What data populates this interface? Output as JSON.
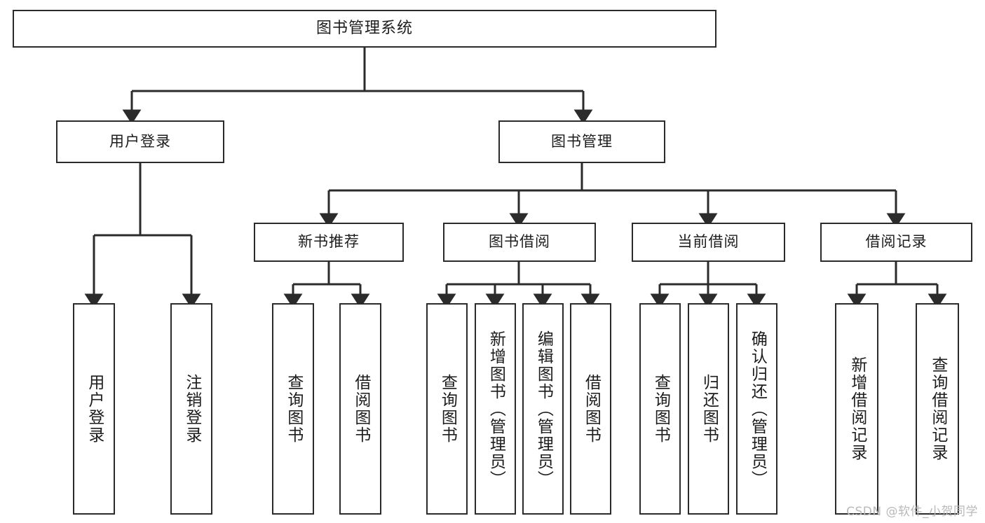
{
  "diagram": {
    "title": "图书管理系统",
    "type": "tree",
    "watermark": "CSDN @软件_小贺同学",
    "colors": {
      "stroke": "#2b2b2b",
      "fill": "#ffffff",
      "text": "#1c1c1c",
      "watermark": "#b9b9b9"
    },
    "nodes": {
      "root": {
        "label": "图书管理系统"
      },
      "level2": [
        {
          "id": "user-login",
          "label": "用户登录"
        },
        {
          "id": "book-manage",
          "label": "图书管理"
        }
      ],
      "level3": [
        {
          "id": "new-book-recommend",
          "label": "新书推荐"
        },
        {
          "id": "book-borrow",
          "label": "图书借阅"
        },
        {
          "id": "current-borrow",
          "label": "当前借阅"
        },
        {
          "id": "borrow-record",
          "label": "借阅记录"
        }
      ],
      "leaves": {
        "user_login": [
          {
            "id": "leaf-user-login",
            "label": "用户登录"
          },
          {
            "id": "leaf-logout",
            "label": "注销登录"
          }
        ],
        "new_book_recommend": [
          {
            "id": "leaf-query-book-1",
            "label": "查询图书"
          },
          {
            "id": "leaf-borrow-book-1",
            "label": "借阅图书"
          }
        ],
        "book_borrow": [
          {
            "id": "leaf-query-book-2",
            "label": "查询图书"
          },
          {
            "id": "leaf-add-book",
            "label": "新增图书（管理员）"
          },
          {
            "id": "leaf-edit-book",
            "label": "编辑图书（管理员）"
          },
          {
            "id": "leaf-borrow-book-2",
            "label": "借阅图书"
          }
        ],
        "current_borrow": [
          {
            "id": "leaf-query-book-3",
            "label": "查询图书"
          },
          {
            "id": "leaf-return-book",
            "label": "归还图书"
          },
          {
            "id": "leaf-confirm-return",
            "label": "确认归还（管理员）"
          }
        ],
        "borrow_record": [
          {
            "id": "leaf-add-record",
            "label": "新增借阅记录"
          },
          {
            "id": "leaf-query-record",
            "label": "查询借阅记录"
          }
        ]
      }
    }
  }
}
